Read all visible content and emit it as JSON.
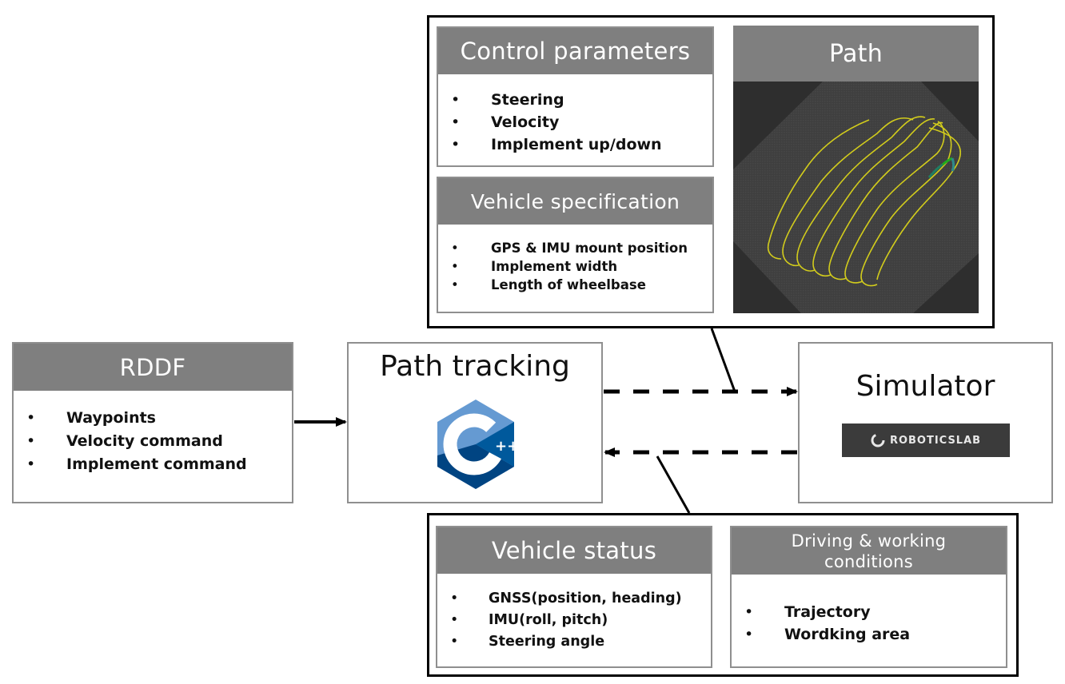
{
  "control_parameters": {
    "title": "Control parameters",
    "items": [
      "Steering",
      "Velocity",
      "Implement up/down"
    ]
  },
  "vehicle_specification": {
    "title": "Vehicle specification",
    "items": [
      "GPS & IMU mount position",
      "Implement width",
      "Length of wheelbase"
    ]
  },
  "path_panel": {
    "title": "Path",
    "image": "path-visualization"
  },
  "rddf": {
    "title": "RDDF",
    "items": [
      "Waypoints",
      "Velocity command",
      "Implement command"
    ]
  },
  "path_tracking": {
    "title": "Path tracking",
    "logo": "cpp-logo",
    "logo_text": "++"
  },
  "simulator": {
    "title": "Simulator",
    "logo": "roboticslab-logo",
    "logo_text": "ROBOTICSLAB"
  },
  "vehicle_status": {
    "title": "Vehicle status",
    "items": [
      "GNSS(position, heading)",
      "IMU(roll, pitch)",
      "Steering angle"
    ]
  },
  "driving_conditions": {
    "title_line1": "Driving & working",
    "title_line2": "conditions",
    "items": [
      "Trajectory",
      "Wordking area"
    ]
  },
  "bullet": "•",
  "colors": {
    "header_bg": "#7f7f7f",
    "card_border": "#8f8f8f",
    "path_bg": "#2e2e2e",
    "path_line": "#d6d21a",
    "cpp_light": "#659ad2",
    "cpp_mid": "#00599c",
    "cpp_dark": "#004482",
    "logo_bg": "#3b3b3b"
  }
}
